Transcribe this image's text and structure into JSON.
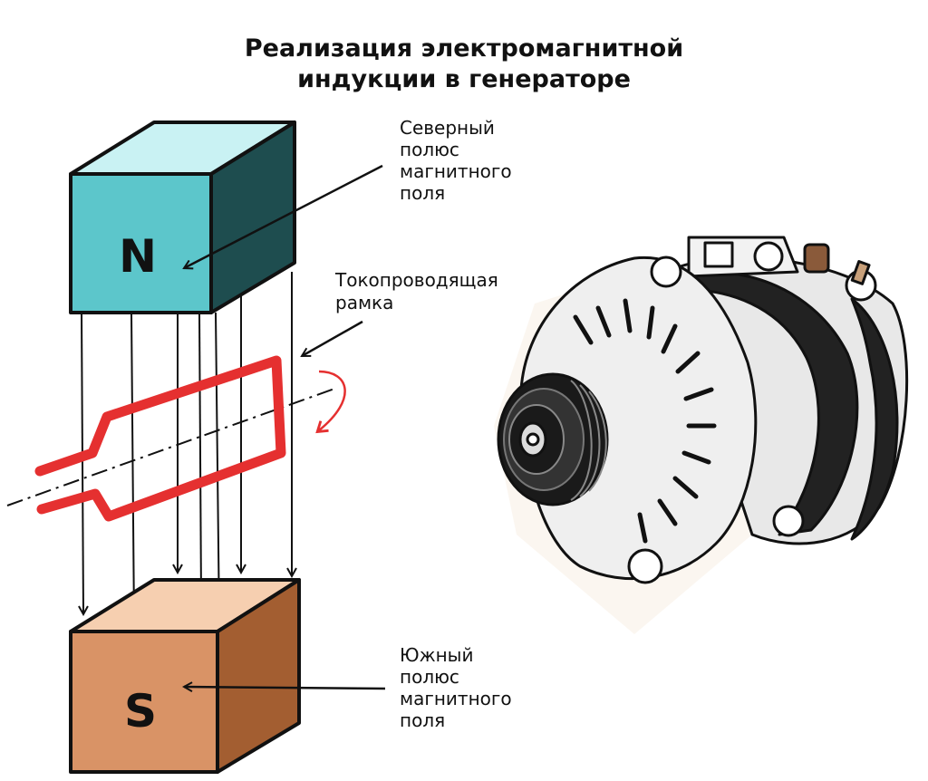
{
  "title": {
    "line1": "Реализация электромагнитной",
    "line2": "индукции в генераторе"
  },
  "labels": {
    "north": [
      "Северный",
      "полюс",
      "магнитного",
      "поля"
    ],
    "frame": [
      "Токопроводящая",
      "рамка"
    ],
    "south": [
      "Южный",
      "полюс",
      "магнитного",
      "поля"
    ]
  },
  "magnets": {
    "north_letter": "N",
    "south_letter": "S"
  },
  "colors": {
    "north_front": "#5cc6cb",
    "north_top": "#c9f2f3",
    "north_side": "#1e4d4f",
    "south_front": "#d99366",
    "south_top": "#f6cfb0",
    "south_side": "#a35e31",
    "frame": "#e53030",
    "outline": "#111111"
  },
  "icons": {
    "generator": "alternator-illustration",
    "watermark": "shield-watermark"
  }
}
